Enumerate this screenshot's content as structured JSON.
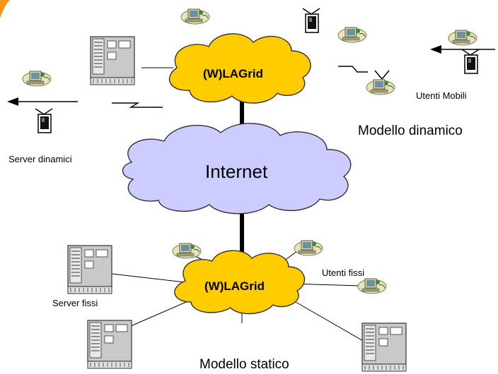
{
  "labels": {
    "top_cloud": "(W)LAGrid",
    "bottom_cloud": "(W)LAGrid",
    "internet": "Internet",
    "utenti_mobili": "Utenti Mobili",
    "modello_dinamico": "Modello dinamico",
    "server_dinamici": "Server dinamici",
    "utenti_fissi": "Utenti fissi",
    "server_fissi": "Server fissi",
    "modello_statico": "Modello statico"
  },
  "colors": {
    "cloud_yellow": "#ffcc00",
    "cloud_lavender": "#ccccff",
    "cloud_outline": "#333333",
    "server_gray": "#c8c8c8",
    "accent_orange": "#f7941d"
  },
  "icons": [
    "server-icon",
    "mobile-device-icon",
    "user-workstation-icon",
    "cloud-icon"
  ]
}
